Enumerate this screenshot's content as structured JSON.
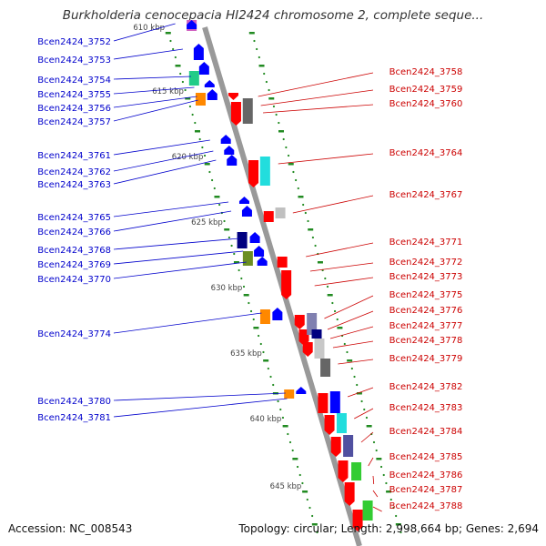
{
  "title": "Burkholderia cenocepacia HI2424 chromosome 2, complete seque...",
  "footer": {
    "accession": "Accession: NC_008543",
    "summary": "Topology: circular; Length: 2,998,664 bp; Genes: 2,694"
  },
  "kbp_labels": [
    "610 kbp",
    "615 kbp",
    "620 kbp",
    "625 kbp",
    "630 kbp",
    "635 kbp",
    "640 kbp",
    "645 kbp"
  ],
  "colors": {
    "backbone": "#999999",
    "label_left": "#0000cc",
    "label_right": "#cc0000",
    "tick": "#228b22",
    "forward_gene": "#0000ff",
    "reverse_gene": "#ff0000"
  },
  "left_labels": [
    "Bcen2424_3752",
    "Bcen2424_3753",
    "Bcen2424_3754",
    "Bcen2424_3755",
    "Bcen2424_3756",
    "Bcen2424_3757",
    "Bcen2424_3761",
    "Bcen2424_3762",
    "Bcen2424_3763",
    "Bcen2424_3765",
    "Bcen2424_3766",
    "Bcen2424_3768",
    "Bcen2424_3769",
    "Bcen2424_3770",
    "Bcen2424_3774",
    "Bcen2424_3780",
    "Bcen2424_3781"
  ],
  "right_labels": [
    "Bcen2424_3758",
    "Bcen2424_3759",
    "Bcen2424_3760",
    "Bcen2424_3764",
    "Bcen2424_3767",
    "Bcen2424_3771",
    "Bcen2424_3772",
    "Bcen2424_3773",
    "Bcen2424_3775",
    "Bcen2424_3776",
    "Bcen2424_3777",
    "Bcen2424_3778",
    "Bcen2424_3779",
    "Bcen2424_3782",
    "Bcen2424_3783",
    "Bcen2424_3784",
    "Bcen2424_3785",
    "Bcen2424_3786",
    "Bcen2424_3787",
    "Bcen2424_3788"
  ]
}
